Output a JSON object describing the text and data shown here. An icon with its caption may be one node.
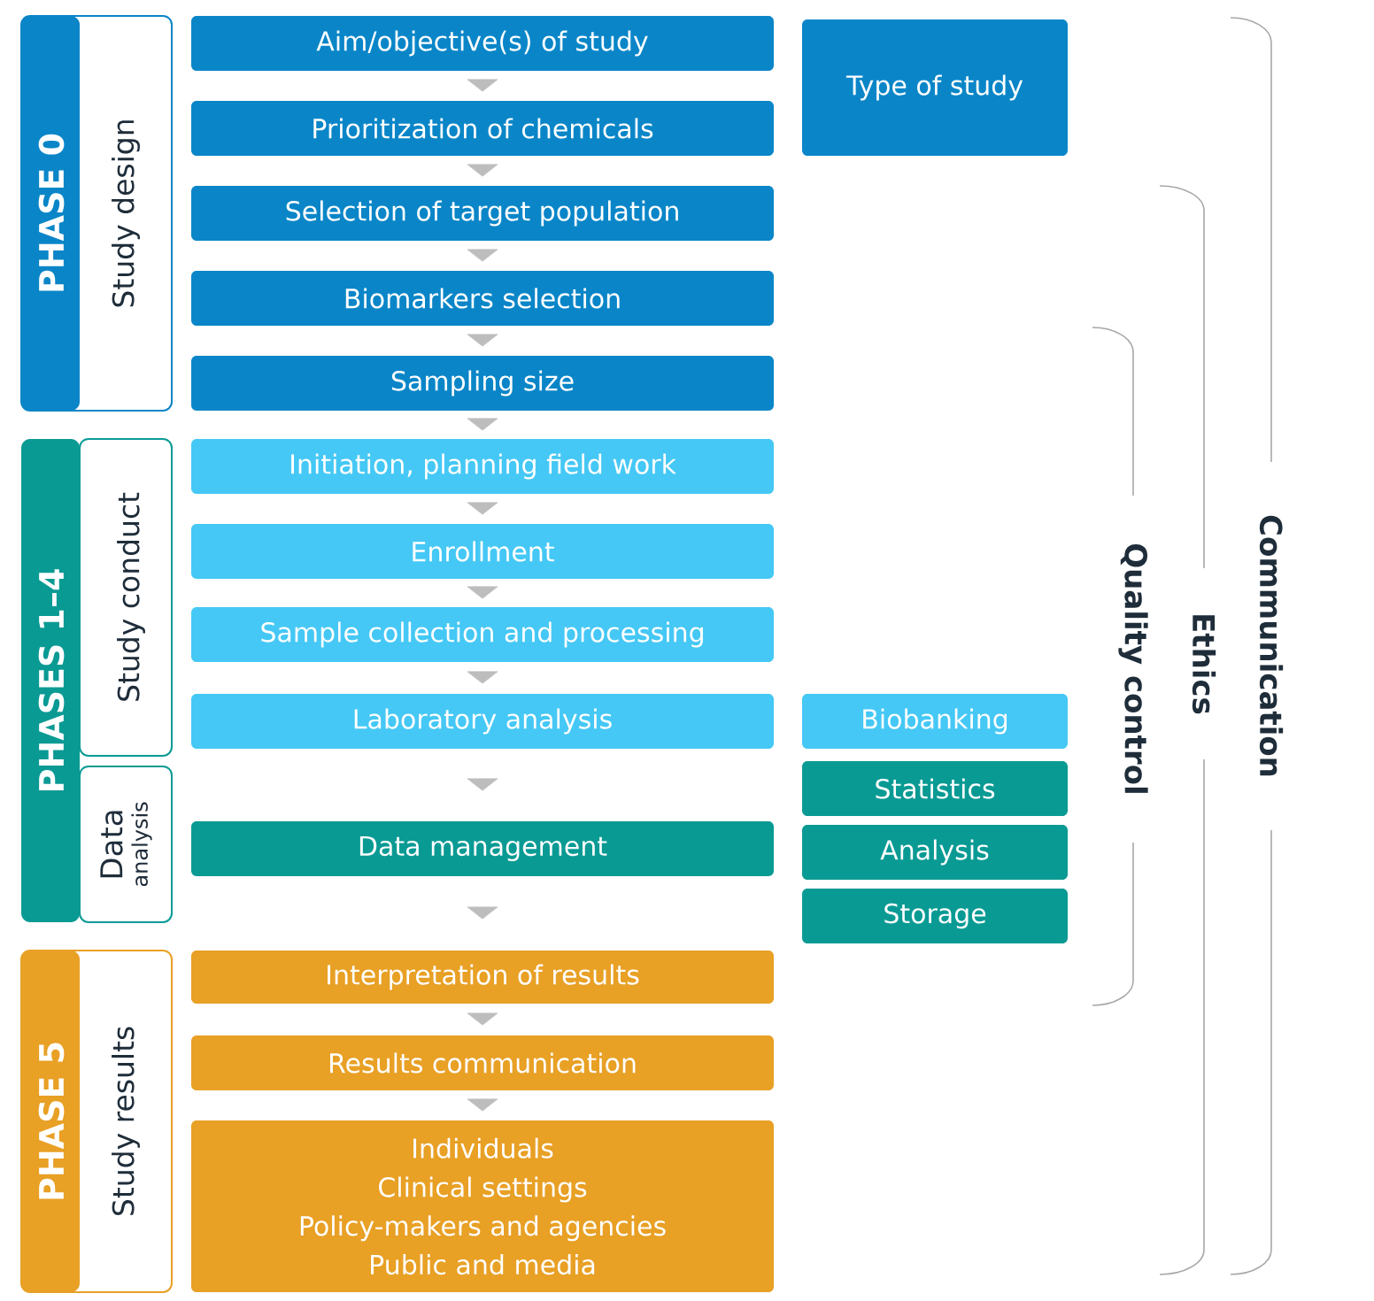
{
  "diagram": {
    "nodes": [
      {
        "text": [
          "PHASE 0",
          "Study design"
        ]
      },
      {
        "text": [
          "PHASES 1–4"
        ]
      },
      {
        "text": [
          "Study conduct"
        ]
      },
      {
        "text": [
          "Data",
          "analysis"
        ]
      },
      {
        "text": [
          "PHASE 5",
          "Study results"
        ]
      },
      {
        "text": [
          "Aim/objective(s) of study"
        ]
      },
      {
        "text": [
          "Prioritization of chemicals"
        ]
      },
      {
        "text": [
          "Selection of target population"
        ]
      },
      {
        "text": [
          "Biomarkers selection"
        ]
      },
      {
        "text": [
          "Sampling size"
        ]
      },
      {
        "text": [
          "Initiation, planning field work"
        ]
      },
      {
        "text": [
          "Enrollment"
        ]
      },
      {
        "text": [
          "Sample collection and processing"
        ]
      },
      {
        "text": [
          "Laboratory analysis"
        ]
      },
      {
        "text": [
          "Data management"
        ]
      },
      {
        "text": [
          "Interpretation of results"
        ]
      },
      {
        "text": [
          "Results communication"
        ]
      },
      {
        "text": [
          "Individuals",
          "Clinical settings",
          "Policy-makers and agencies",
          "Public and media"
        ]
      },
      {
        "text": [
          "Type of study"
        ]
      },
      {
        "text": [
          "Biobanking"
        ]
      },
      {
        "text": [
          "Statistics"
        ]
      },
      {
        "text": [
          "Analysis"
        ]
      },
      {
        "text": [
          "Storage"
        ]
      }
    ],
    "edges": [
      {
        "from": 5,
        "to": 6,
        "arrow": "to"
      },
      {
        "from": 6,
        "to": 7,
        "arrow": "to"
      },
      {
        "from": 7,
        "to": 8,
        "arrow": "to"
      },
      {
        "from": 8,
        "to": 9,
        "arrow": "to"
      },
      {
        "from": 9,
        "to": 10,
        "arrow": "to"
      },
      {
        "from": 10,
        "to": 11,
        "arrow": "to"
      },
      {
        "from": 11,
        "to": 12,
        "arrow": "to"
      },
      {
        "from": 12,
        "to": 13,
        "arrow": "to"
      },
      {
        "from": 13,
        "to": 14,
        "arrow": "to"
      },
      {
        "from": 14,
        "to": 15,
        "arrow": "to"
      },
      {
        "from": 15,
        "to": 16,
        "arrow": "to"
      },
      {
        "from": 16,
        "to": 17,
        "arrow": "to"
      }
    ],
    "labels": [
      "Quality control",
      "Ethics",
      "Communication"
    ]
  }
}
